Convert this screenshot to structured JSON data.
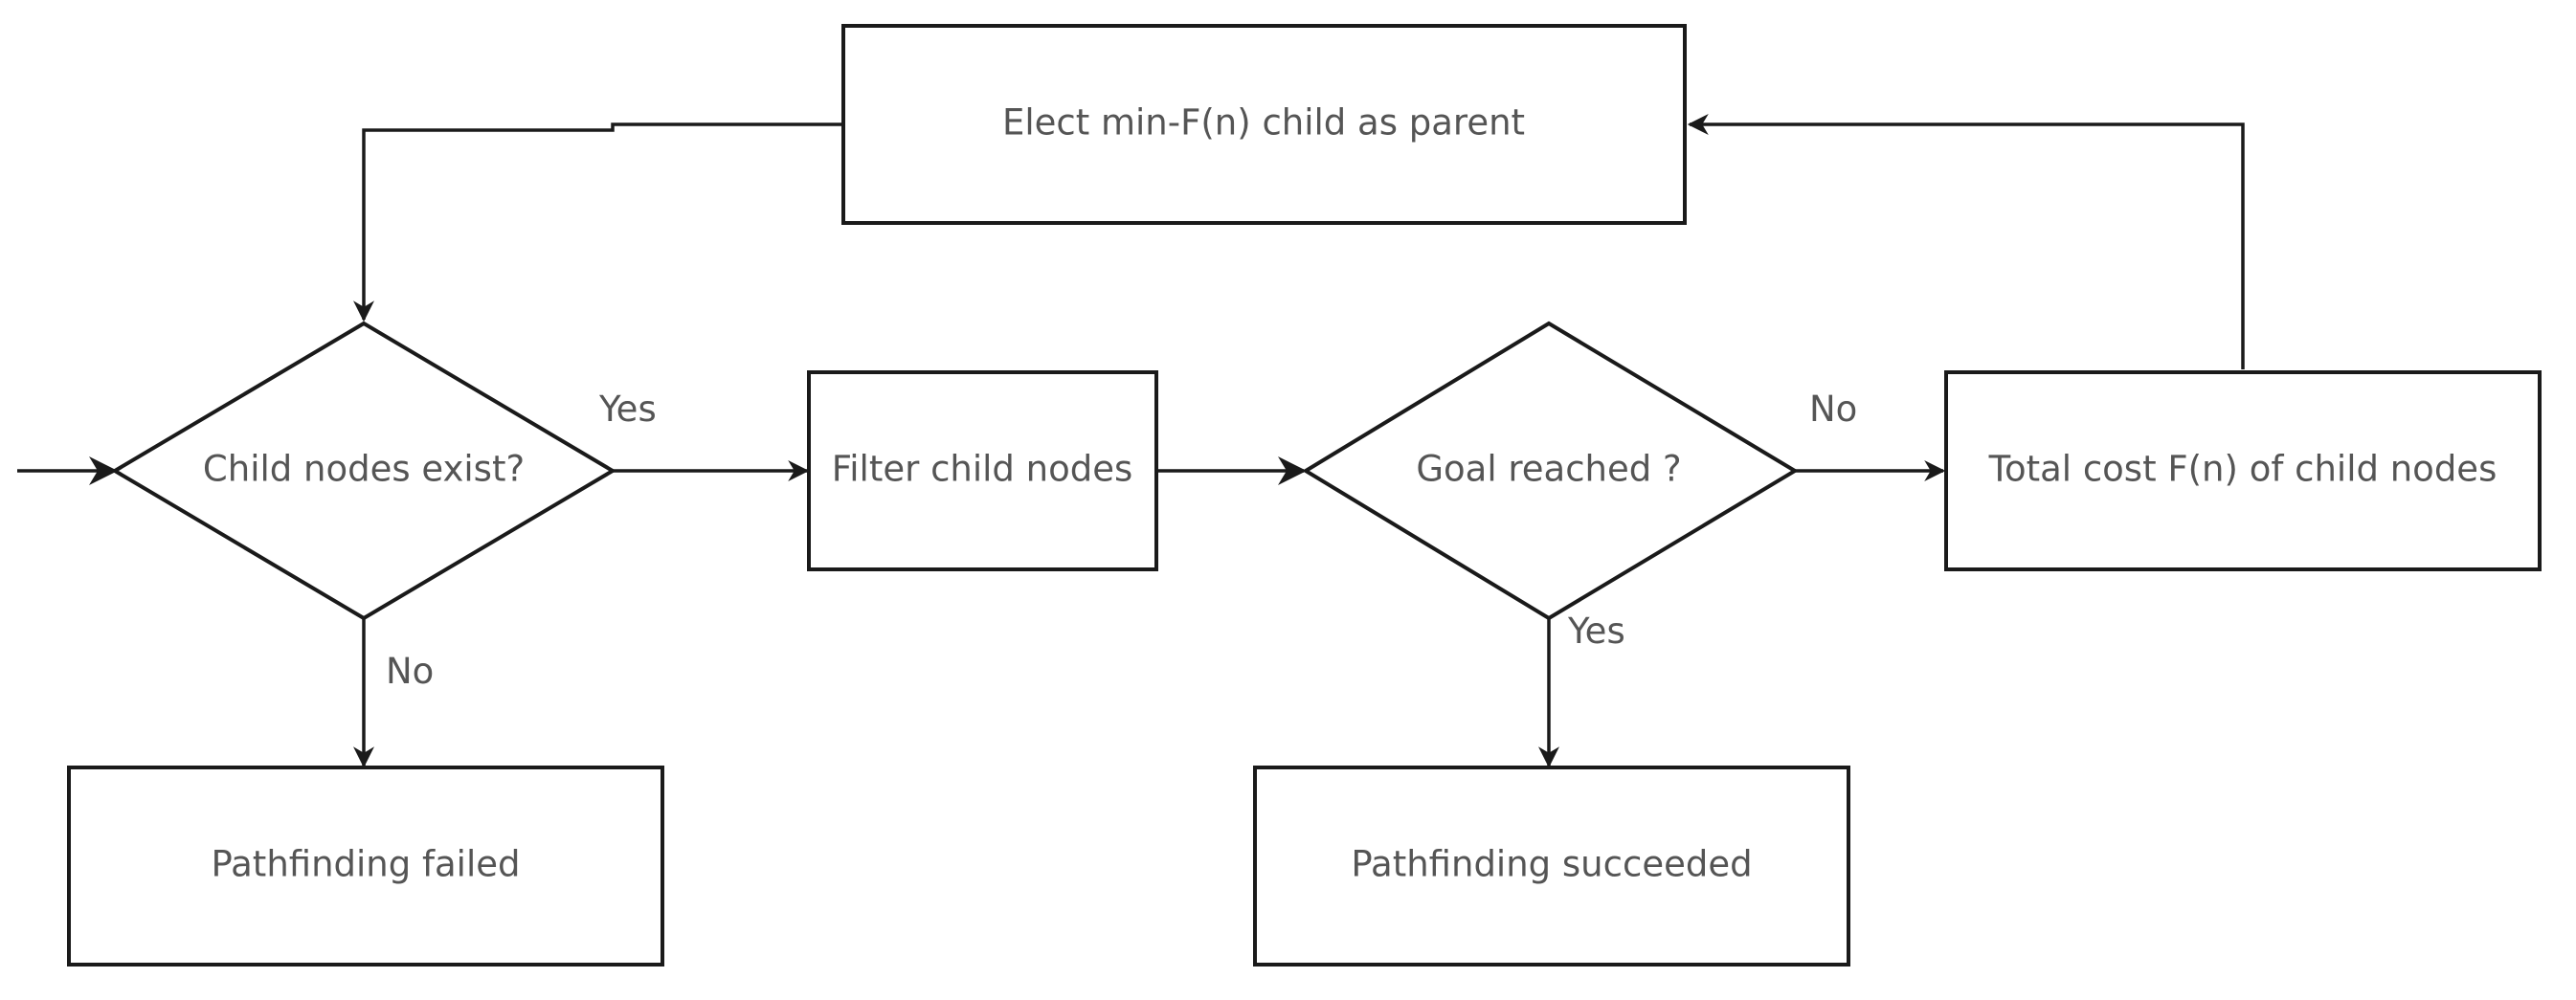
{
  "nodes": {
    "elect": "Elect min-F(n) child as parent",
    "child_exist": "Child nodes exist?",
    "filter": "Filter child nodes",
    "goal": "Goal reached ?",
    "total_cost": "Total cost F(n) of child nodes",
    "failed": "Pathfinding failed",
    "succeeded": "Pathfinding succeeded"
  },
  "edges": {
    "child_exist_yes": "Yes",
    "child_exist_no": "No",
    "goal_no": "No",
    "goal_yes": "Yes"
  },
  "colors": {
    "stroke": "#1a1a1a",
    "text": "#555555",
    "fill": "#ffffff"
  }
}
